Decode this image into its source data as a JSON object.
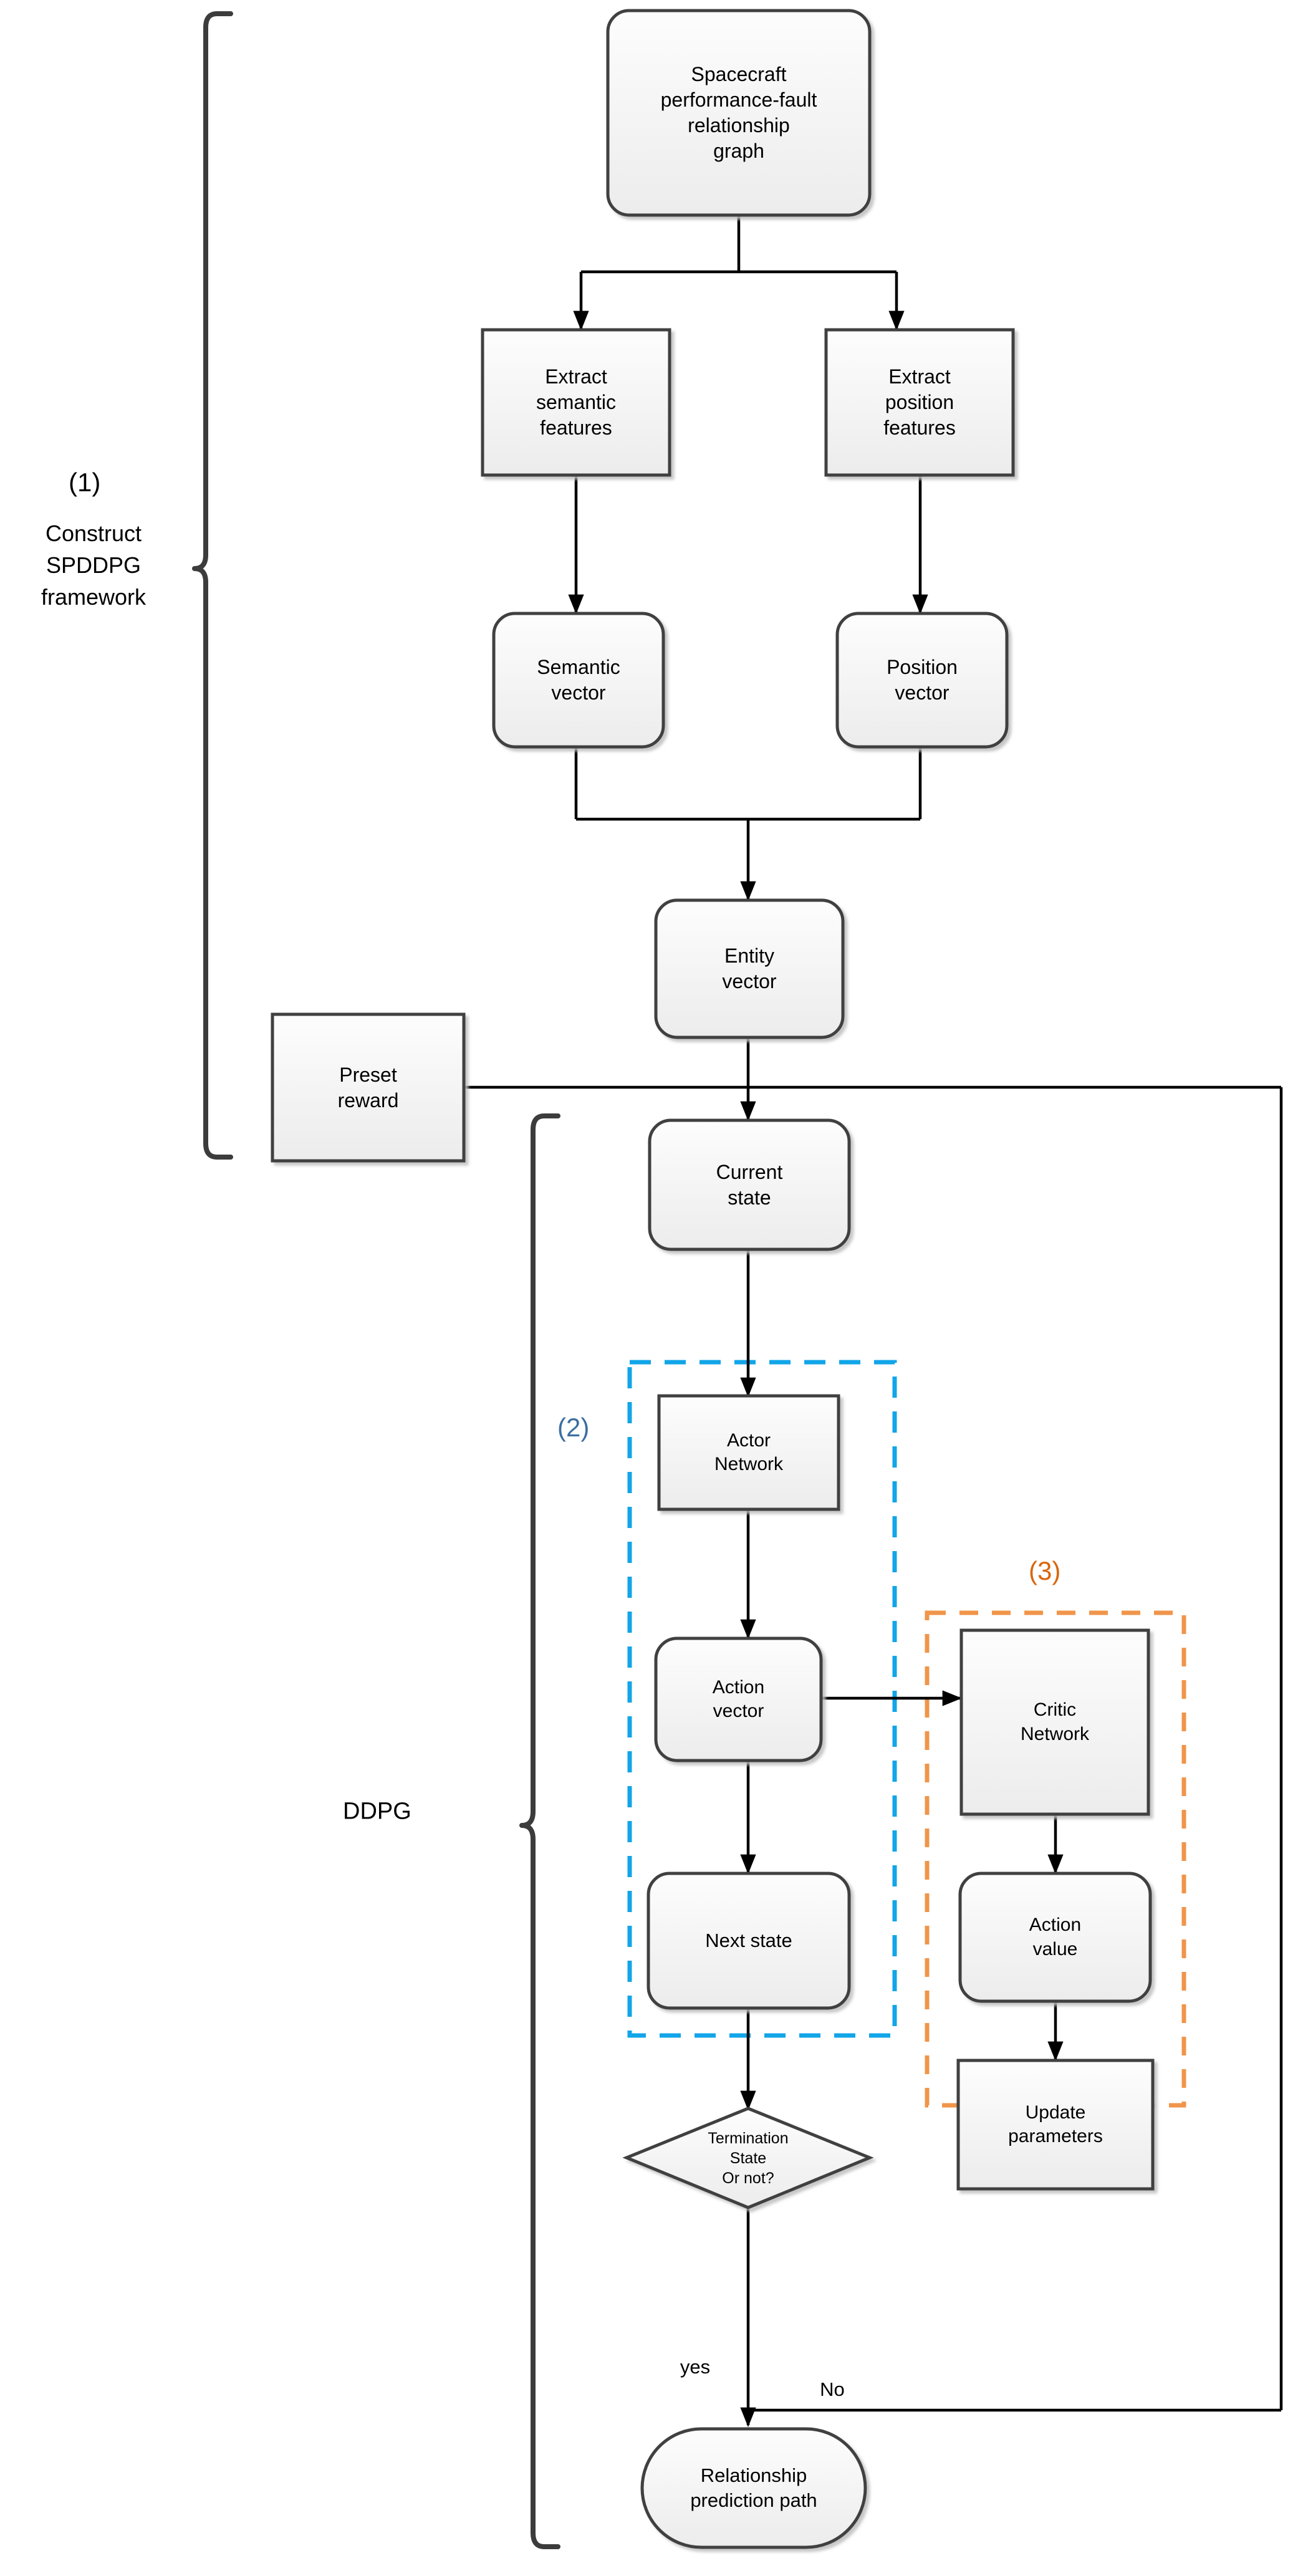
{
  "diagram": {
    "title_present": false,
    "colors": {
      "box_border": "#404040",
      "box_fill_top": "#fdfdfd",
      "box_fill_bottom": "#eeeeee",
      "connector": "#000000",
      "group2_dashed": "#12a5e8",
      "group2_text": "#3c6e9f",
      "group3_dashed": "#f0954a",
      "group3_text": "#d9660f",
      "bracket": "#3c3c3c"
    },
    "nodes": {
      "graph": {
        "label": "Spacecraft\nperformance-fault\nrelationship\ngraph",
        "shape": "rounded"
      },
      "extract_semantic": {
        "label": "Extract\nsemantic\nfeatures",
        "shape": "rect"
      },
      "extract_position": {
        "label": "Extract\nposition\nfeatures",
        "shape": "rect"
      },
      "semantic_vector": {
        "label": "Semantic\nvector",
        "shape": "rounded"
      },
      "position_vector": {
        "label": "Position\nvector",
        "shape": "rounded"
      },
      "entity_vector": {
        "label": "Entity\nvector",
        "shape": "rounded"
      },
      "preset_reward": {
        "label": "Preset\nreward",
        "shape": "rect"
      },
      "current_state": {
        "label": "Current\nstate",
        "shape": "rounded"
      },
      "actor_network": {
        "label": "Actor\nNetwork",
        "shape": "rect"
      },
      "action_vector": {
        "label": "Action\nvector",
        "shape": "rounded"
      },
      "next_state": {
        "label": "Next state",
        "shape": "rounded"
      },
      "critic_network": {
        "label": "Critic\nNetwork",
        "shape": "rect"
      },
      "action_value": {
        "label": "Action\nvalue",
        "shape": "rounded"
      },
      "update_parameters": {
        "label": "Update\nparameters",
        "shape": "rect"
      },
      "termination": {
        "label": "Termination\nState\nOr not?",
        "shape": "diamond"
      },
      "relationship_path": {
        "label": "Relationship\nprediction path",
        "shape": "stadium"
      }
    },
    "edge_labels": {
      "yes": "yes",
      "no": "No"
    },
    "group_labels": {
      "step1": "(1)",
      "step1_desc": "Construct\nSPDDPG\nframework",
      "step2": "(2)",
      "step3": "(3)",
      "ddpg": "DDPG"
    }
  }
}
